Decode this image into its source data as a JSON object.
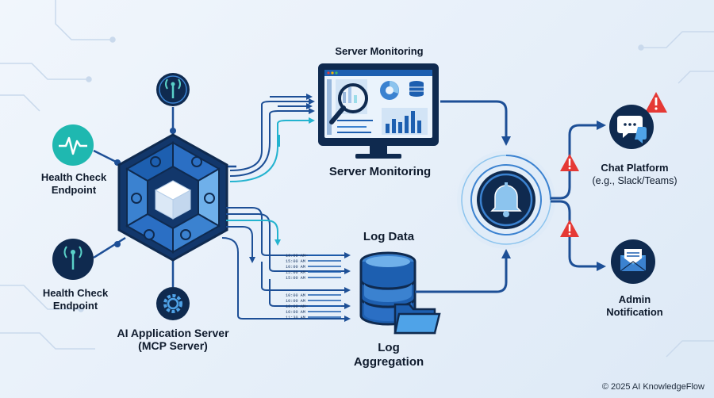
{
  "labels": {
    "health_left_top": [
      "Health Check",
      "Endpoint"
    ],
    "health_left_bottom": [
      "Health Check",
      "Endpoint"
    ],
    "app_server": [
      "AI Application Server",
      "(MCP Server)"
    ],
    "server_monitoring_top": "Server Monitoring",
    "server_monitoring_bottom": "Server Monitoring",
    "log_data": "Log Data",
    "log_aggregation": [
      "Log",
      "Aggregation"
    ],
    "chat_platform": "Chat Platform",
    "chat_platform_sub": "(e.g., Slack/Teams)",
    "admin_notification": [
      "Admin",
      "Notification"
    ]
  },
  "log_timestamps": {
    "group_a": [
      "10:00 AM",
      "15:00 AM",
      "10:00 AM",
      "15:00 AM",
      "15:00 AM"
    ],
    "group_b": [
      "10:00 AM",
      "10:00 AM",
      "10:00 AM",
      "10:00 AM",
      "11:30 AM"
    ]
  },
  "copyright": "© 2025 AI KnowledgeFlow",
  "colors": {
    "navy": "#0f2a4f",
    "blue": "#1d5fb0",
    "mid_blue": "#3b82d0",
    "light_blue": "#8cc4ee",
    "teal": "#1fb8b0",
    "cyan_arrow": "#23b3cf",
    "alert_red": "#e53935"
  },
  "icons": [
    "pulse-icon",
    "antenna-icon",
    "gear-icon",
    "magnifier-icon",
    "bell-icon",
    "chat-icon",
    "envelope-icon",
    "warning-icon",
    "database-icon",
    "folder-icon",
    "cube-icon"
  ]
}
